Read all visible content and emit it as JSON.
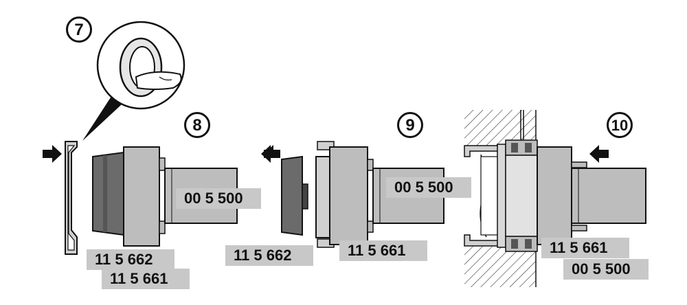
{
  "steps": [
    "7",
    "8",
    "9",
    "10"
  ],
  "labels": {
    "part_115662_a": "11 5 662",
    "part_115661_a": "11 5 661",
    "part_005500_a": "00 5 500",
    "part_115662_b": "11 5 662",
    "part_005500_b": "00 5 500",
    "part_115661_b": "11 5 661",
    "part_115661_c": "11 5 661",
    "part_005500_c": "00 5 500"
  },
  "colors": {
    "label_bg": "#c8c8c8",
    "body_gray": "#bdbdbd",
    "dark_gray": "#6b6b6b",
    "outline": "#111111"
  },
  "icons": [
    "arrow-right-icon",
    "arrow-left-icon",
    "arrow-left-icon"
  ]
}
